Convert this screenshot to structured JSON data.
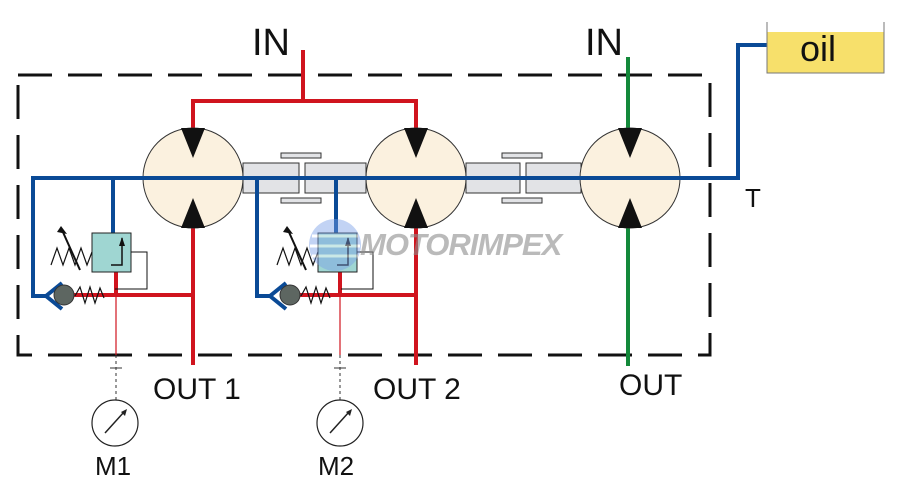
{
  "labels": {
    "in_left": "IN",
    "in_right": "IN",
    "out1": "OUT 1",
    "out2": "OUT 2",
    "out3": "OUT",
    "tank_port": "T",
    "oil": "oil",
    "gauge1": "M1",
    "gauge2": "M2",
    "watermark": "MOTORIMPEX"
  },
  "colors": {
    "pressure_line": "#d0141e",
    "tank_line": "#0a4a96",
    "third_line": "#13893a",
    "motor_fill": "#fbf1df",
    "valve_fill": "#9fd6d2",
    "oil_fill": "#f7e06b"
  }
}
